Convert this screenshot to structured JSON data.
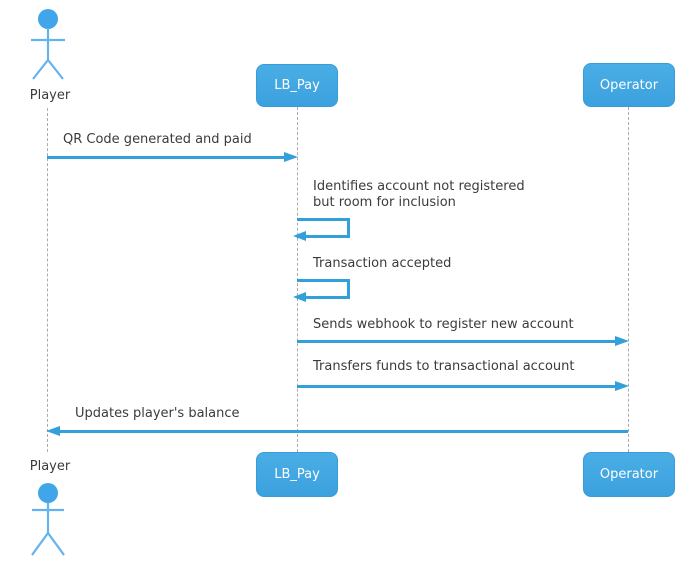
{
  "diagram": {
    "kind": "uml-sequence-diagram",
    "participants": {
      "player": {
        "label": "Player",
        "type": "actor"
      },
      "lbpay": {
        "label": "LB_Pay",
        "type": "participant"
      },
      "operator": {
        "label": "Operator",
        "type": "participant"
      }
    },
    "messages": [
      {
        "from": "Player",
        "to": "LB_Pay",
        "direction": "right",
        "label": "QR Code generated and paid"
      },
      {
        "from": "LB_Pay",
        "to": "LB_Pay",
        "direction": "self",
        "label": "Identifies account not registered\nbut room for inclusion"
      },
      {
        "from": "LB_Pay",
        "to": "LB_Pay",
        "direction": "self",
        "label": "Transaction accepted"
      },
      {
        "from": "LB_Pay",
        "to": "Operator",
        "direction": "right",
        "label": "Sends webhook to register new account"
      },
      {
        "from": "LB_Pay",
        "to": "Operator",
        "direction": "right",
        "label": "Transfers funds to transactional account"
      },
      {
        "from": "Operator",
        "to": "Player",
        "direction": "left",
        "label": "Updates player's balance"
      }
    ],
    "colors": {
      "participant_fill": "#41a8e1",
      "participant_text": "#ffffff",
      "arrow": "#339fdb",
      "actor_head": "#41a6e9",
      "actor_limbs": "#63b4ee",
      "lifeline": "#ababab",
      "message_text": "#3b3b3b",
      "background": "#ffffff"
    }
  }
}
